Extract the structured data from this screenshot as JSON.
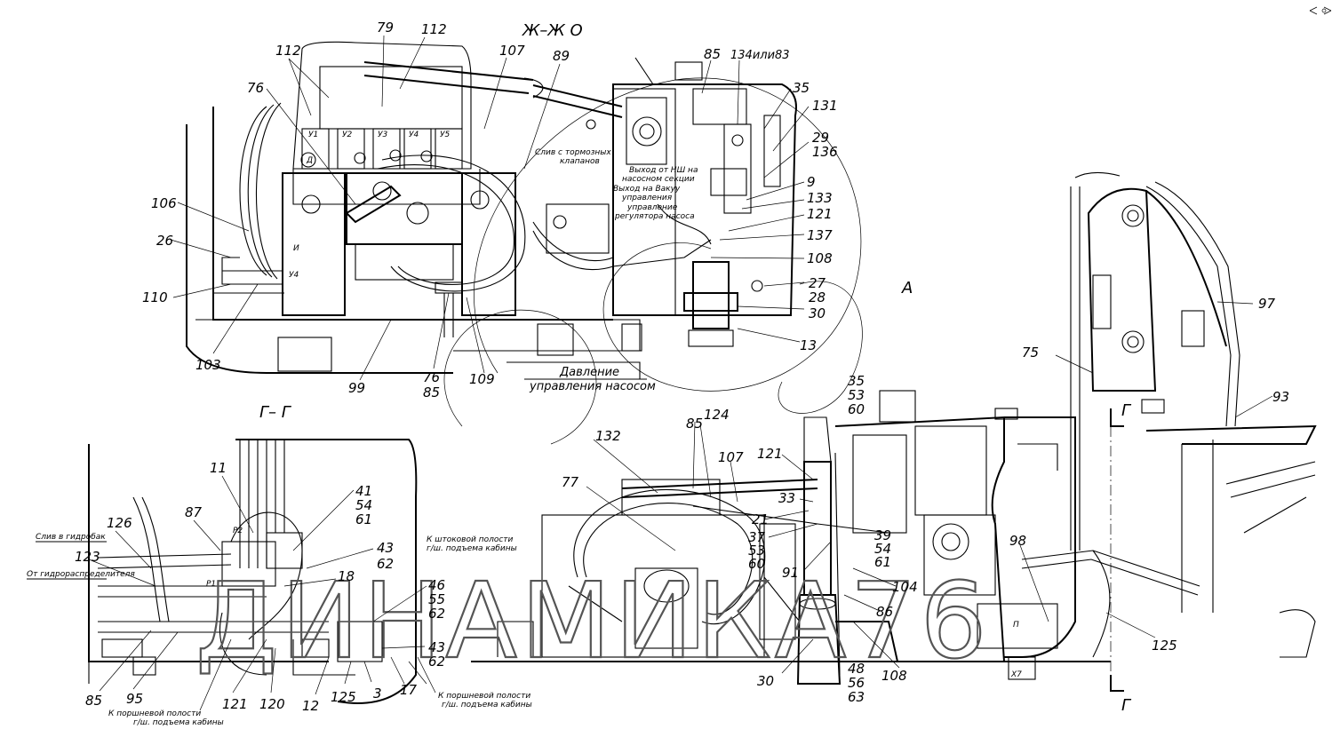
{
  "sections": {
    "top": "Ж–Ж О",
    "left": "Г– Г",
    "view_a": "А",
    "marker_g1": "Г",
    "marker_g2": "Г"
  },
  "callouts": [
    {
      "id": "112a",
      "text": "112"
    },
    {
      "id": "79",
      "text": "79"
    },
    {
      "id": "112b",
      "text": "112"
    },
    {
      "id": "107a",
      "text": "107"
    },
    {
      "id": "89",
      "text": "89"
    },
    {
      "id": "85a",
      "text": "85"
    },
    {
      "id": "134",
      "text": "134или83"
    },
    {
      "id": "35a",
      "text": "35"
    },
    {
      "id": "131",
      "text": "131"
    },
    {
      "id": "29",
      "text": "29"
    },
    {
      "id": "136",
      "text": "136"
    },
    {
      "id": "9",
      "text": "9"
    },
    {
      "id": "133",
      "text": "133"
    },
    {
      "id": "121a",
      "text": "121"
    },
    {
      "id": "137",
      "text": "137"
    },
    {
      "id": "108a",
      "text": "108"
    },
    {
      "id": "27",
      "text": "27"
    },
    {
      "id": "28",
      "text": "28"
    },
    {
      "id": "30a",
      "text": "30"
    },
    {
      "id": "13",
      "text": "13"
    },
    {
      "id": "76a",
      "text": "76"
    },
    {
      "id": "106",
      "text": "106"
    },
    {
      "id": "26",
      "text": "26"
    },
    {
      "id": "110",
      "text": "110"
    },
    {
      "id": "103",
      "text": "103"
    },
    {
      "id": "99",
      "text": "99"
    },
    {
      "id": "76b",
      "text": "76"
    },
    {
      "id": "85b",
      "text": "85"
    },
    {
      "id": "109",
      "text": "109"
    },
    {
      "id": "97",
      "text": "97"
    },
    {
      "id": "75",
      "text": "75"
    },
    {
      "id": "93",
      "text": "93"
    },
    {
      "id": "35b",
      "text": "35"
    },
    {
      "id": "53a",
      "text": "53"
    },
    {
      "id": "60a",
      "text": "60"
    },
    {
      "id": "124",
      "text": "124"
    },
    {
      "id": "85c",
      "text": "85"
    },
    {
      "id": "132",
      "text": "132"
    },
    {
      "id": "121b",
      "text": "121"
    },
    {
      "id": "107b",
      "text": "107"
    },
    {
      "id": "77",
      "text": "77"
    },
    {
      "id": "33",
      "text": "33"
    },
    {
      "id": "21",
      "text": "21"
    },
    {
      "id": "37",
      "text": "37"
    },
    {
      "id": "53b",
      "text": "53"
    },
    {
      "id": "60b",
      "text": "60"
    },
    {
      "id": "39",
      "text": "39"
    },
    {
      "id": "54a",
      "text": "54"
    },
    {
      "id": "61a",
      "text": "61"
    },
    {
      "id": "91",
      "text": "91"
    },
    {
      "id": "104",
      "text": "104"
    },
    {
      "id": "86",
      "text": "86"
    },
    {
      "id": "98",
      "text": "98"
    },
    {
      "id": "125a",
      "text": "125"
    },
    {
      "id": "30b",
      "text": "30"
    },
    {
      "id": "48",
      "text": "48"
    },
    {
      "id": "56",
      "text": "56"
    },
    {
      "id": "63",
      "text": "63"
    },
    {
      "id": "108b",
      "text": "108"
    },
    {
      "id": "11",
      "text": "11"
    },
    {
      "id": "87",
      "text": "87"
    },
    {
      "id": "126",
      "text": "126"
    },
    {
      "id": "123",
      "text": "123"
    },
    {
      "id": "41",
      "text": "41"
    },
    {
      "id": "54b",
      "text": "54"
    },
    {
      "id": "61b",
      "text": "61"
    },
    {
      "id": "43a",
      "text": "43"
    },
    {
      "id": "62a",
      "text": "62"
    },
    {
      "id": "18",
      "text": "18"
    },
    {
      "id": "46",
      "text": "46"
    },
    {
      "id": "55",
      "text": "55"
    },
    {
      "id": "62b",
      "text": "62"
    },
    {
      "id": "43b",
      "text": "43"
    },
    {
      "id": "62c",
      "text": "62"
    },
    {
      "id": "85d",
      "text": "85"
    },
    {
      "id": "95",
      "text": "95"
    },
    {
      "id": "121c",
      "text": "121"
    },
    {
      "id": "120",
      "text": "120"
    },
    {
      "id": "12",
      "text": "12"
    },
    {
      "id": "125b",
      "text": "125"
    },
    {
      "id": "3",
      "text": "3"
    },
    {
      "id": "17",
      "text": "17"
    }
  ],
  "notes": {
    "brake_drain_1": "Слив с тормозных",
    "brake_drain_2": "клапанов",
    "pump_out_1": "Выход от НШ на",
    "pump_out_2": "насосном секции",
    "vacuum_1": "Выход на Вакуу",
    "vacuum_2": "управления",
    "pump_ctrl_1": "управление",
    "pump_ctrl_2": "регулятора насоса",
    "pressure_1": "Давление",
    "pressure_2": "управления насосом",
    "to_tank": "Слив в гидробак",
    "from_dist": "От гидрораспределителя",
    "rod_cavity_1": "К штоковой полости",
    "rod_cavity_2": "г/ш. подъема кабины",
    "piston_right_1": "К поршневой полости",
    "piston_right_2": "г/ш. подъема кабины",
    "piston_left_1": "К поршневой полости",
    "piston_left_2": "г/ш. подъема кабины",
    "valve_tags": [
      "У1",
      "У2",
      "У3",
      "У4",
      "У5"
    ],
    "block_tags": [
      "И",
      "У4",
      "Р1",
      "П",
      "Х7",
      "Р2",
      "Д"
    ]
  },
  "watermark": "ДИНАМИКА76"
}
